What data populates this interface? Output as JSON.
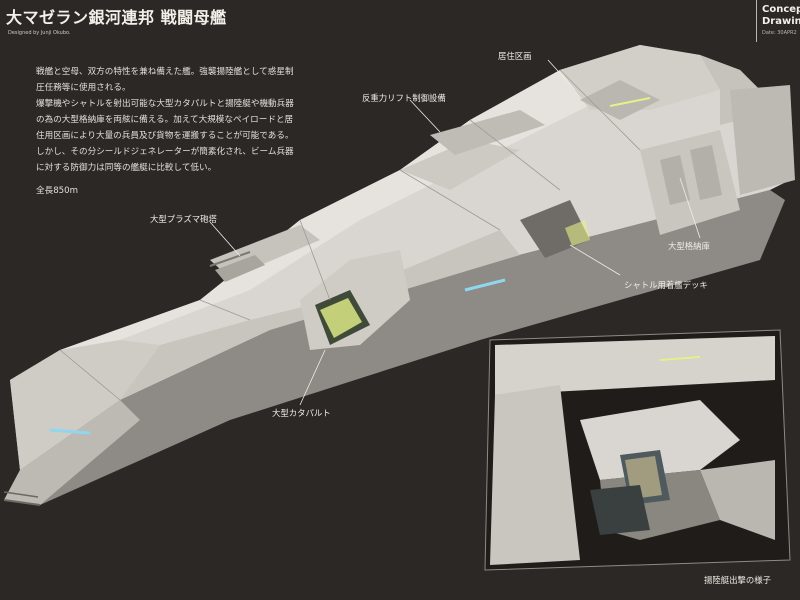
{
  "header": {
    "title": "大マゼラン銀河連邦 戦闘母艦",
    "designer": "Designed by Junji Okubo."
  },
  "badge": {
    "line1": "Concep",
    "line2": "Drawin",
    "date": "Date: 30APR2"
  },
  "description": {
    "lines": [
      "戦艦と空母、双方の特性を兼ね備えた艦。強襲揚陸艦として惑星制",
      "圧任務等に使用される。",
      "爆撃機やシャトルを射出可能な大型カタパルトと揚陸艇や機動兵器",
      "の為の大型格納庫を両舷に備える。加えて大規模なペイロードと居",
      "住用区画により大量の兵員及び貨物を運搬することが可能である。",
      "しかし、その分シールドジェネレーターが簡素化され、ビーム兵器",
      "に対する防御力は同等の艦艇に比較して低い。"
    ],
    "length": "全長850m"
  },
  "callouts": {
    "living_quarters": "居住区画",
    "anti_gravity": "反重力リフト制御設備",
    "plasma_turret": "大型プラズマ砲塔",
    "hangar": "大型格納庫",
    "shuttle_deck": "シャトル用着艦デッキ",
    "catapult": "大型カタパルト",
    "landing_craft": "揚陸艇出撃の様子"
  },
  "colors": {
    "background": "#2b2826",
    "hull": "#d9d6d1",
    "accent_light": "#e6f08a",
    "accent_blue": "#8fd6ef"
  }
}
